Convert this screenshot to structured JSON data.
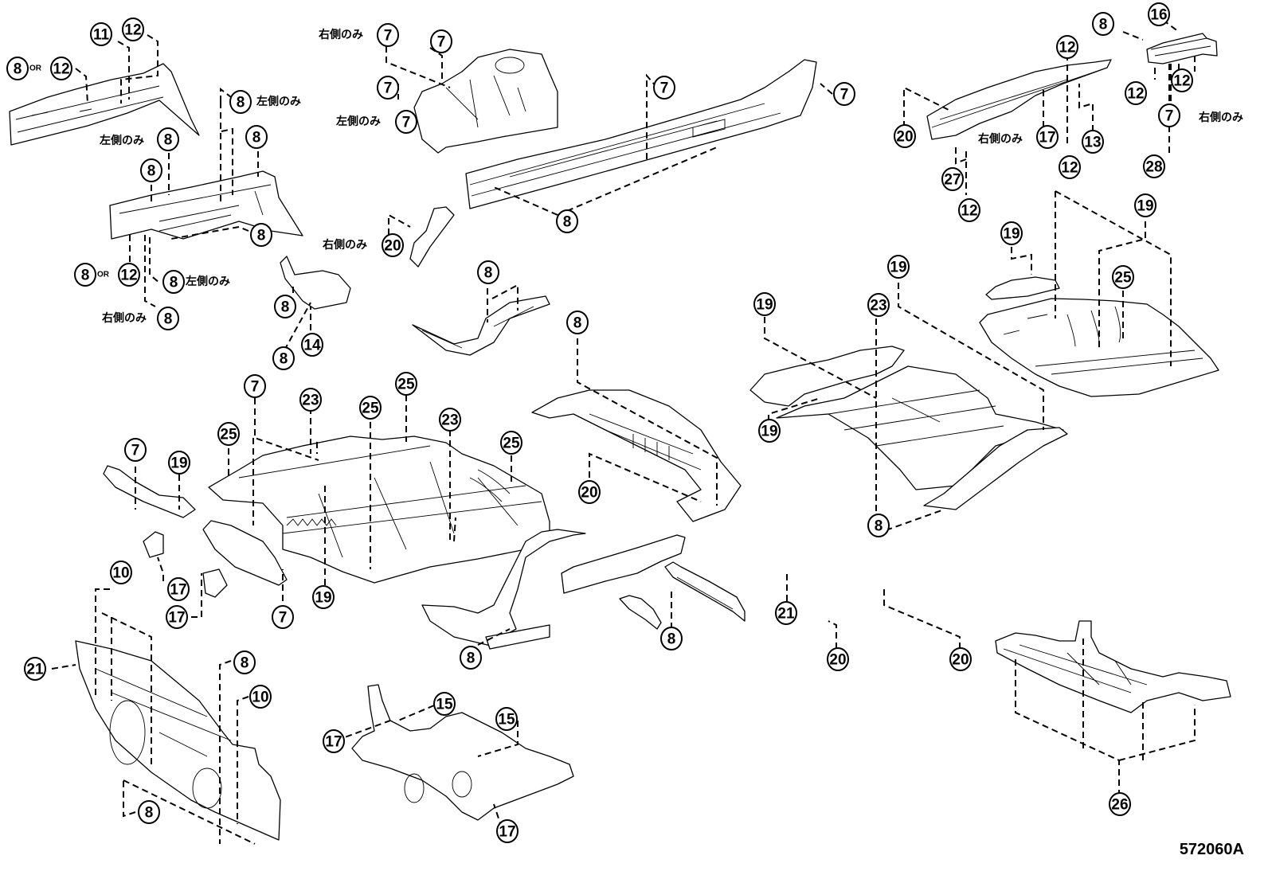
{
  "figure": {
    "type": "exploded parts diagram",
    "subject": "vehicle body floor / frame parts",
    "figure_id": "572060A"
  },
  "notes": {
    "right_only": "右側のみ",
    "left_only": "左側のみ",
    "or": "OR"
  },
  "parts": [
    {
      "id": "front-side-member-upper-left",
      "callouts": [
        "8 OR 12",
        "11",
        "12",
        "左側のみ 8"
      ]
    },
    {
      "id": "front-side-member-lower-left",
      "callouts": [
        "8 左側のみ",
        "8",
        "8",
        "8",
        "8 OR 12",
        "8 左側のみ",
        "右側のみ 8"
      ]
    },
    {
      "id": "front-apron-left",
      "callouts": [
        "右側のみ 7",
        "7",
        "7",
        "左側のみ 7"
      ]
    },
    {
      "id": "rocker-panel",
      "callouts": [
        "7",
        "7",
        "8"
      ]
    },
    {
      "id": "bracket-right",
      "callouts": [
        "右側のみ 20"
      ]
    },
    {
      "id": "gusset-14",
      "callouts": [
        "8",
        "8",
        "14"
      ]
    },
    {
      "id": "wheelhouse-arch",
      "callouts": [
        "8"
      ]
    },
    {
      "id": "front-floor-pan",
      "callouts": [
        "7",
        "23",
        "25",
        "25",
        "25",
        "23",
        "25",
        "19"
      ]
    },
    {
      "id": "floor-side-brackets",
      "callouts": [
        "7",
        "19",
        "17",
        "17",
        "7"
      ]
    },
    {
      "id": "dash-panel",
      "callouts": [
        "10",
        "21",
        "8",
        "10",
        "8"
      ]
    },
    {
      "id": "center-tunnel",
      "callouts": [
        "8",
        "20"
      ]
    },
    {
      "id": "rear-floor",
      "callouts": [
        "19",
        "23",
        "19",
        "19",
        "8"
      ]
    },
    {
      "id": "rear-floor-pan",
      "callouts": [
        "19",
        "19",
        "25"
      ]
    },
    {
      "id": "rear-side-member",
      "callouts": [
        "20",
        "12",
        "右側のみ 17",
        "13",
        "27",
        "12",
        "12"
      ]
    },
    {
      "id": "rear-crossmember-bracket",
      "callouts": [
        "8",
        "16",
        "12",
        "12",
        "7 右側のみ",
        "28"
      ]
    },
    {
      "id": "floor-crossmember",
      "callouts": [
        "8",
        "8"
      ]
    },
    {
      "id": "floor-reinforcement",
      "callouts": [
        "21"
      ]
    },
    {
      "id": "small-bracket",
      "callouts": [
        "20"
      ]
    },
    {
      "id": "rear-crossmember",
      "callouts": [
        "20"
      ]
    },
    {
      "id": "front-suspension-member",
      "callouts": [
        "17",
        "15",
        "15",
        "17"
      ]
    },
    {
      "id": "rear-suspension-member",
      "callouts": [
        "26"
      ]
    }
  ],
  "callouts": [
    {
      "n": "8"
    },
    {
      "n": "12"
    },
    {
      "n": "11"
    },
    {
      "n": "12"
    },
    {
      "n": "8"
    },
    {
      "n": "8"
    },
    {
      "n": "8"
    },
    {
      "n": "8"
    },
    {
      "n": "8"
    },
    {
      "n": "8"
    },
    {
      "n": "12"
    },
    {
      "n": "8"
    },
    {
      "n": "8"
    },
    {
      "n": "7"
    },
    {
      "n": "7"
    },
    {
      "n": "7"
    },
    {
      "n": "7"
    },
    {
      "n": "7"
    },
    {
      "n": "7"
    },
    {
      "n": "8"
    },
    {
      "n": "20"
    },
    {
      "n": "8"
    },
    {
      "n": "8"
    },
    {
      "n": "14"
    },
    {
      "n": "8"
    },
    {
      "n": "7"
    },
    {
      "n": "23"
    },
    {
      "n": "25"
    },
    {
      "n": "25"
    },
    {
      "n": "25"
    },
    {
      "n": "23"
    },
    {
      "n": "25"
    },
    {
      "n": "19"
    },
    {
      "n": "7"
    },
    {
      "n": "19"
    },
    {
      "n": "17"
    },
    {
      "n": "17"
    },
    {
      "n": "7"
    },
    {
      "n": "10"
    },
    {
      "n": "21"
    },
    {
      "n": "8"
    },
    {
      "n": "10"
    },
    {
      "n": "8"
    },
    {
      "n": "8"
    },
    {
      "n": "20"
    },
    {
      "n": "19"
    },
    {
      "n": "23"
    },
    {
      "n": "19"
    },
    {
      "n": "19"
    },
    {
      "n": "8"
    },
    {
      "n": "19"
    },
    {
      "n": "19"
    },
    {
      "n": "25"
    },
    {
      "n": "20"
    },
    {
      "n": "12"
    },
    {
      "n": "17"
    },
    {
      "n": "13"
    },
    {
      "n": "27"
    },
    {
      "n": "12"
    },
    {
      "n": "12"
    },
    {
      "n": "8"
    },
    {
      "n": "16"
    },
    {
      "n": "12"
    },
    {
      "n": "12"
    },
    {
      "n": "7"
    },
    {
      "n": "28"
    },
    {
      "n": "8"
    },
    {
      "n": "8"
    },
    {
      "n": "21"
    },
    {
      "n": "20"
    },
    {
      "n": "20"
    },
    {
      "n": "17"
    },
    {
      "n": "15"
    },
    {
      "n": "15"
    },
    {
      "n": "17"
    },
    {
      "n": "26"
    }
  ]
}
